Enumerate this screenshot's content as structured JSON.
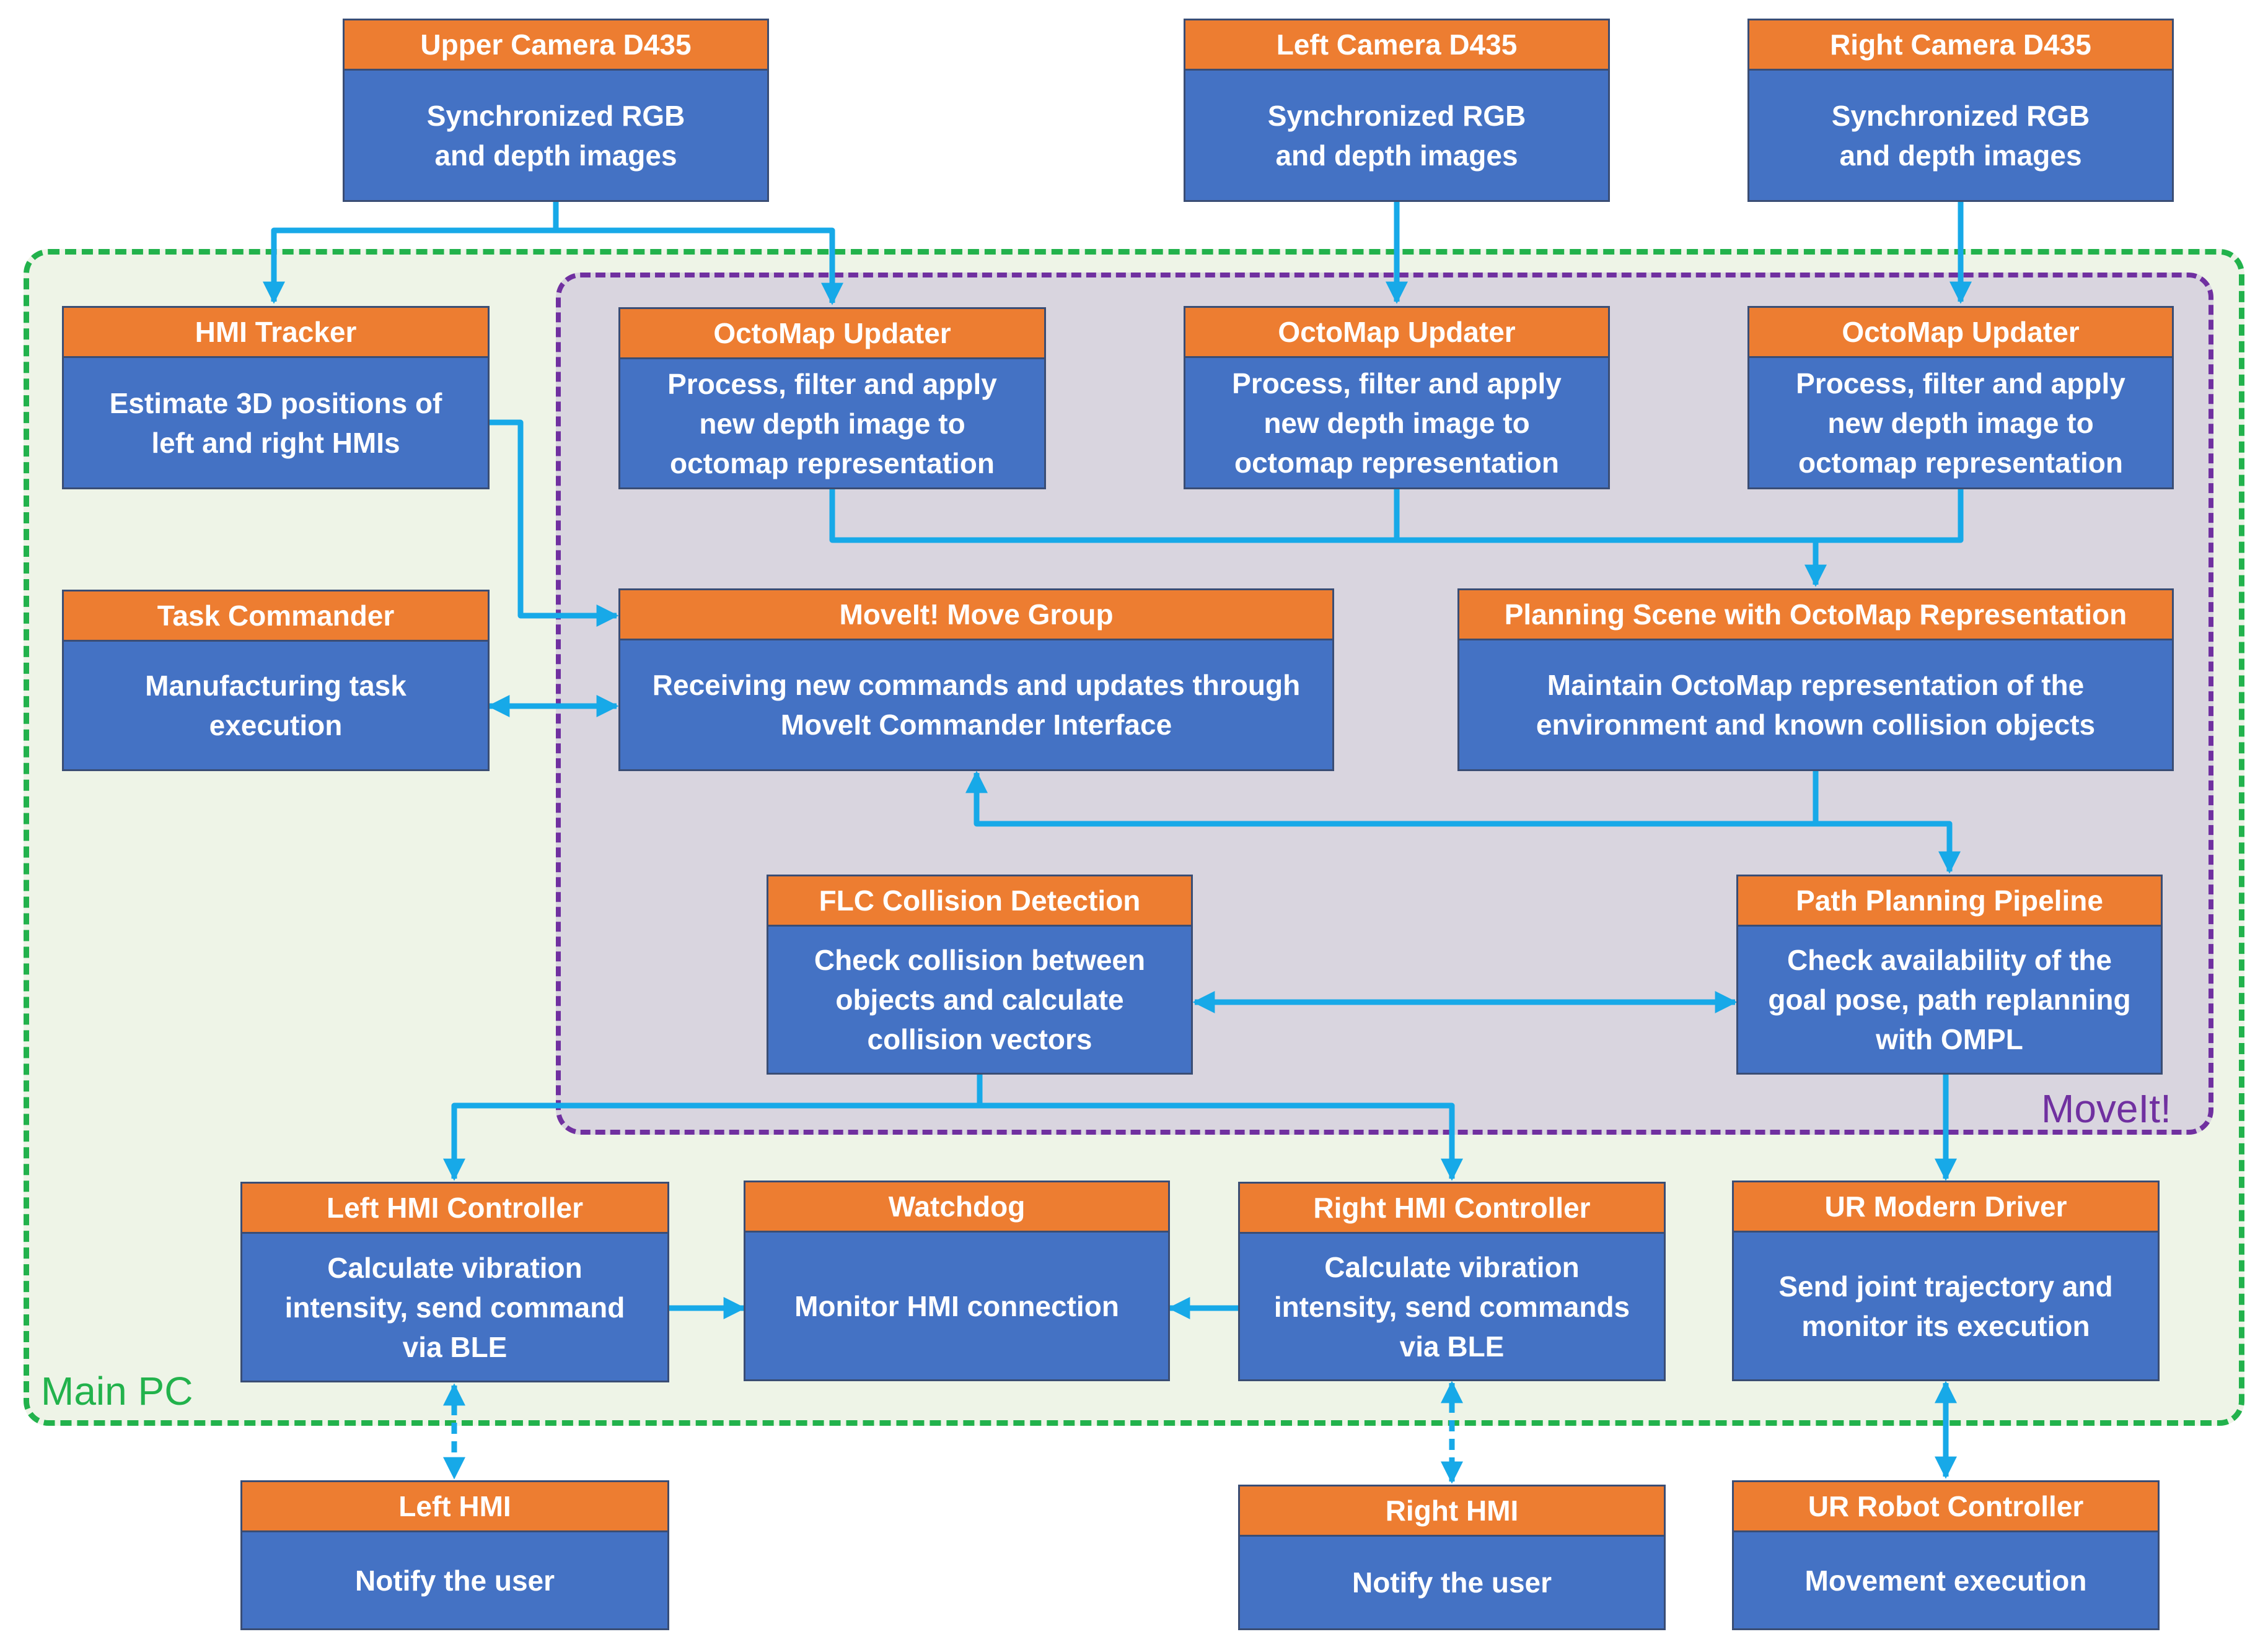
{
  "groups": {
    "main_pc": "Main PC",
    "moveit": "MoveIt!"
  },
  "colors": {
    "header": "#ed7d31",
    "body": "#4472c4",
    "arrow": "#17a9e8",
    "main_pc_border": "#22b24c",
    "moveit_border": "#7030a0"
  },
  "nodes": {
    "upper_camera": {
      "title": "Upper Camera D435",
      "body": "Synchronized RGB\nand depth images"
    },
    "left_camera": {
      "title": "Left Camera D435",
      "body": "Synchronized RGB\nand depth images"
    },
    "right_camera": {
      "title": "Right Camera D435",
      "body": "Synchronized RGB\nand depth images"
    },
    "hmi_tracker": {
      "title": "HMI Tracker",
      "body": "Estimate 3D positions of\nleft and right HMIs"
    },
    "octomap_1": {
      "title": "OctoMap Updater",
      "body": "Process, filter and apply\nnew depth image to\noctomap representation"
    },
    "octomap_2": {
      "title": "OctoMap Updater",
      "body": "Process, filter and apply\nnew depth image to\noctomap representation"
    },
    "octomap_3": {
      "title": "OctoMap Updater",
      "body": "Process, filter and apply\nnew depth image to\noctomap representation"
    },
    "task_commander": {
      "title": "Task Commander",
      "body": "Manufacturing task\nexecution"
    },
    "move_group": {
      "title": "MoveIt! Move Group",
      "body": "Receiving new commands and updates through\nMoveIt Commander Interface"
    },
    "planning_scene": {
      "title": "Planning Scene with OctoMap Representation",
      "body": "Maintain OctoMap representation of the\nenvironment and known collision objects"
    },
    "flc": {
      "title": "FLC Collision Detection",
      "body": "Check collision between\nobjects and calculate\ncollision vectors"
    },
    "path_planning": {
      "title": "Path Planning Pipeline",
      "body": "Check availability of the\ngoal pose, path replanning\nwith OMPL"
    },
    "left_hmi_controller": {
      "title": "Left HMI Controller",
      "body": "Calculate vibration\nintensity, send command\nvia BLE"
    },
    "watchdog": {
      "title": "Watchdog",
      "body": "Monitor HMI connection"
    },
    "right_hmi_controller": {
      "title": "Right HMI Controller",
      "body": "Calculate vibration\nintensity, send commands\nvia BLE"
    },
    "ur_driver": {
      "title": "UR Modern Driver",
      "body": "Send joint trajectory and\nmonitor its execution"
    },
    "left_hmi": {
      "title": "Left HMI",
      "body": "Notify the user"
    },
    "right_hmi": {
      "title": "Right HMI",
      "body": "Notify the user"
    },
    "ur_robot_controller": {
      "title": "UR Robot Controller",
      "body": "Movement execution"
    }
  }
}
